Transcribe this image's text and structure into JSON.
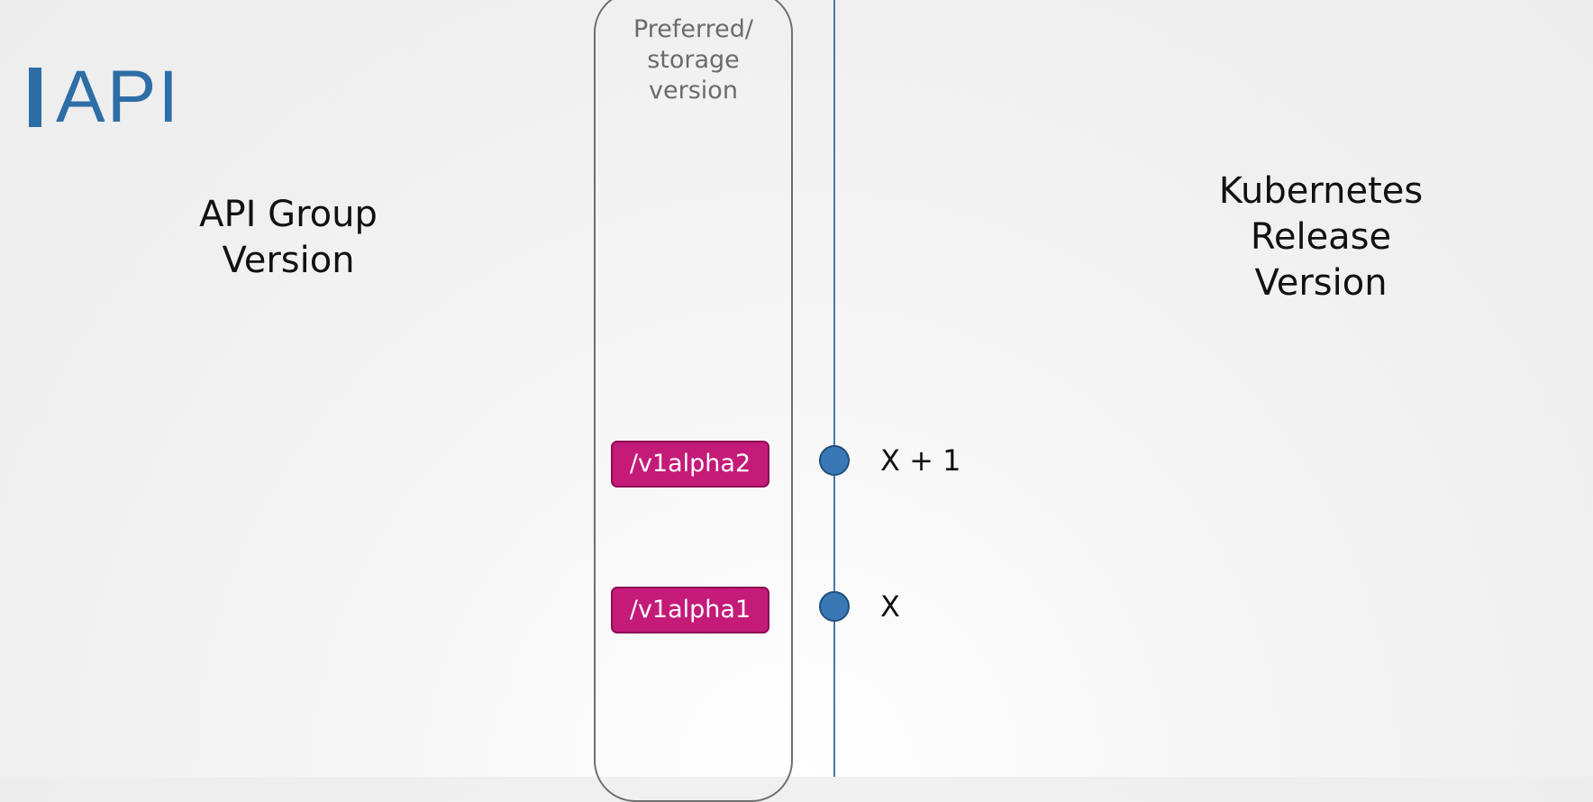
{
  "title": "API",
  "headings": {
    "api_group_version": [
      "API Group",
      "Version"
    ],
    "kubernetes_release_version": [
      "Kubernetes",
      "Release",
      "Version"
    ]
  },
  "storage_column": {
    "label": [
      "Preferred/",
      "storage",
      "version"
    ]
  },
  "versions": [
    {
      "api_version": "/v1alpha2",
      "release": "X + 1"
    },
    {
      "api_version": "/v1alpha1",
      "release": "X"
    }
  ],
  "colors": {
    "accent_blue": "#2e6ea6",
    "node_blue": "#3a78b5",
    "badge_magenta": "#c41a78",
    "timeline_blue": "#4a78a8"
  }
}
